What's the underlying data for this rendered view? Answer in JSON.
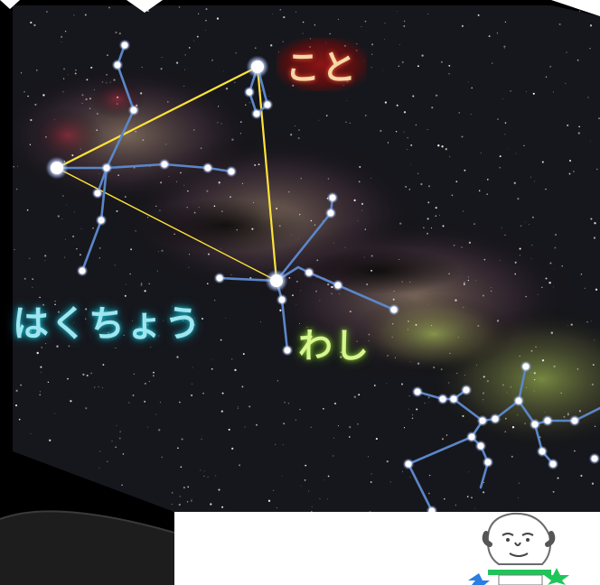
{
  "labels": {
    "koto": "こと",
    "hakucho": "はくちょう",
    "washi": "わし"
  },
  "colors": {
    "triangle": "#ffe23a",
    "constellation_line": "#5b86c8",
    "star": "#ffffff",
    "koto_text": "#f4d9a8",
    "hakucho_text": "#9fe6ef",
    "washi_text": "#d8f58f"
  },
  "icons": {
    "mascot": "bald-man-mascot-icon"
  }
}
